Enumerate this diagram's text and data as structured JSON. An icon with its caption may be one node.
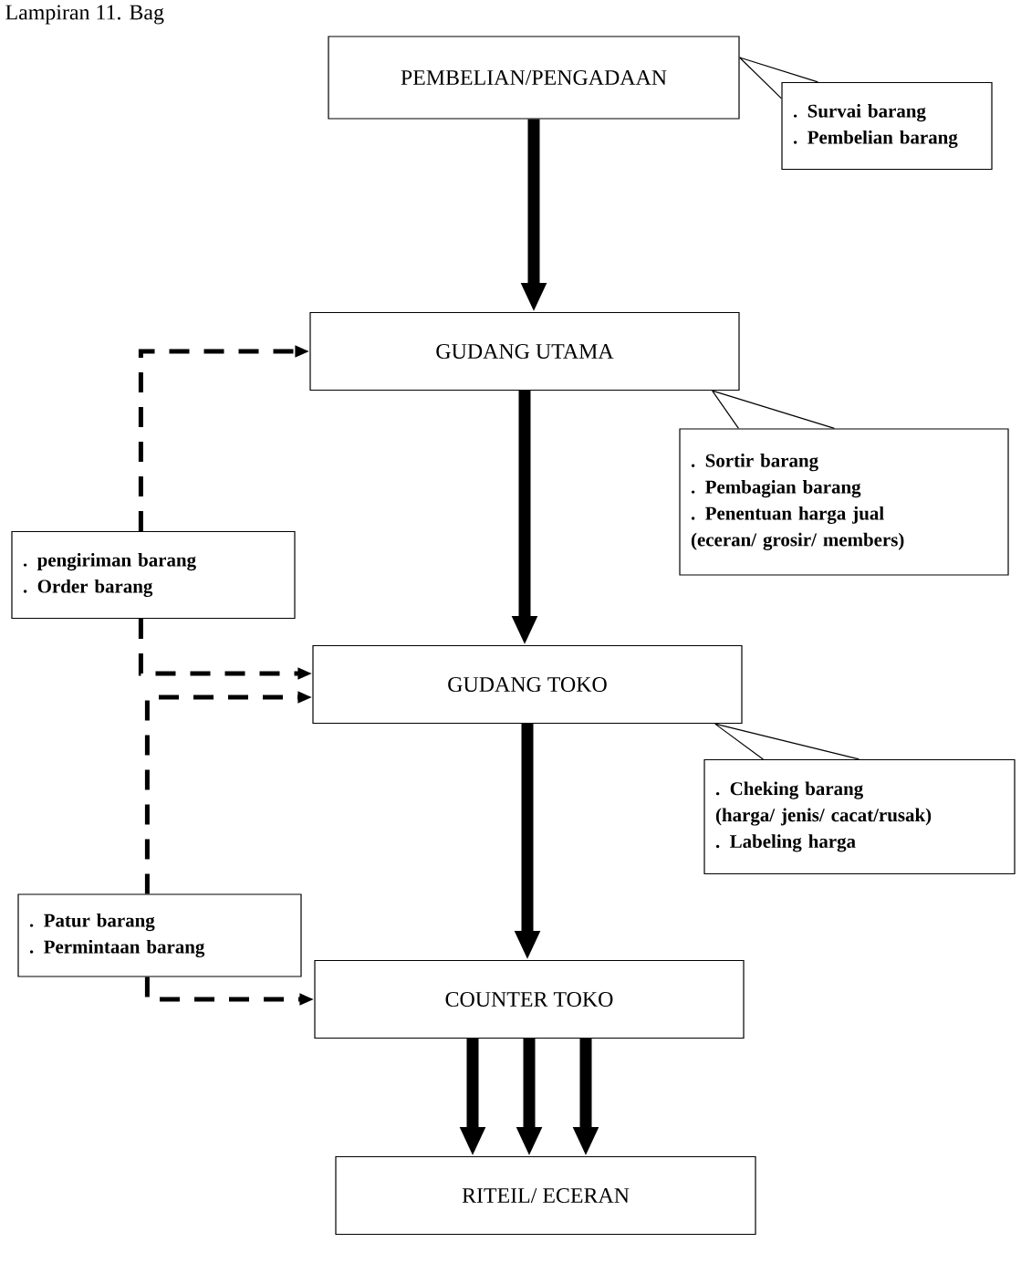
{
  "diagram": {
    "nodes": [
      {
        "text": [
          "PEMBELIAN/PENGADAAN"
        ]
      },
      {
        "text": [
          ". Survai barang",
          ". Pembelian barang"
        ]
      },
      {
        "text": [
          "GUDANG UTAMA"
        ]
      },
      {
        "text": [
          ". Sortir barang",
          ". Pembagian barang",
          ". Penentuan harga jual",
          "(eceran/ grosir/ members)"
        ]
      },
      {
        "text": [
          ". pengiriman barang",
          ". Order barang"
        ]
      },
      {
        "text": [
          "GUDANG TOKO"
        ]
      },
      {
        "text": [
          ". Cheking barang",
          "(harga/ jenis/ cacat/rusak)",
          ". Labeling harga"
        ]
      },
      {
        "text": [
          ". Patur barang",
          ". Permintaan barang"
        ]
      },
      {
        "text": [
          "COUNTER TOKO"
        ]
      },
      {
        "text": [
          "RITEIL/ ECERAN"
        ]
      }
    ],
    "edges": [
      {
        "from": 0,
        "to": 2,
        "arrow": "to",
        "style": "thick"
      },
      {
        "from": 1,
        "to": 0,
        "arrow": "none"
      },
      {
        "from": 2,
        "to": 5,
        "arrow": "to",
        "style": "thick"
      },
      {
        "from": 3,
        "to": 2,
        "arrow": "none"
      },
      {
        "from": 4,
        "to": 2,
        "arrow": "to",
        "style": "dashed"
      },
      {
        "from": 4,
        "to": 5,
        "arrow": "to",
        "style": "dashed"
      },
      {
        "from": 5,
        "to": 8,
        "arrow": "to",
        "style": "thick"
      },
      {
        "from": 6,
        "to": 5,
        "arrow": "none"
      },
      {
        "from": 7,
        "to": 5,
        "arrow": "to",
        "style": "dashed"
      },
      {
        "from": 7,
        "to": 8,
        "arrow": "to",
        "style": "dashed"
      },
      {
        "from": 8,
        "to": 9,
        "arrow": "to",
        "style": "thick"
      },
      {
        "from": 8,
        "to": 9,
        "arrow": "to",
        "style": "thick"
      },
      {
        "from": 8,
        "to": 9,
        "arrow": "to",
        "style": "thick"
      }
    ],
    "labels": [
      "Lampiran 11. Bag"
    ]
  }
}
